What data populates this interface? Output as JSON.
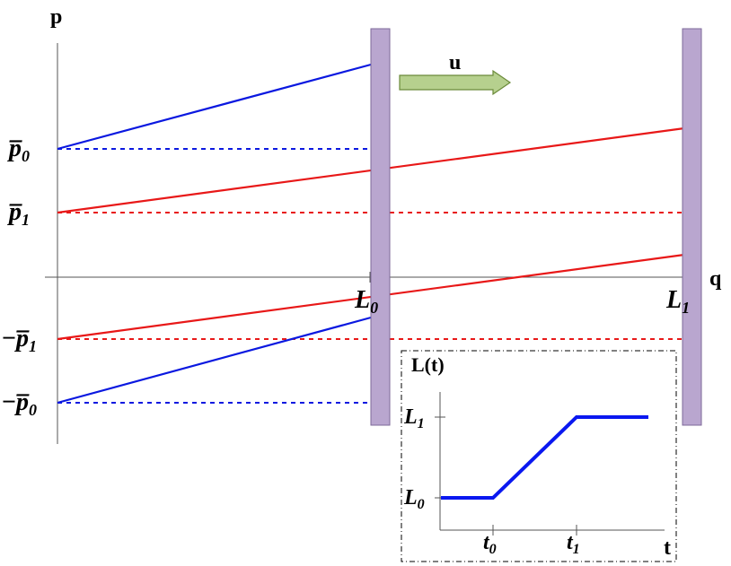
{
  "axes": {
    "y_label": "p",
    "x_label": "q"
  },
  "momentum_labels": {
    "p0": "p̅",
    "p0_sub": "0",
    "p1": "p̅",
    "p1_sub": "1",
    "neg_p1_sign": "−",
    "neg_p1": "p̅",
    "neg_p1_sub": "1",
    "neg_p0_sign": "−",
    "neg_p0": "p̅",
    "neg_p0_sub": "0"
  },
  "walls": {
    "L0": "L",
    "L0_sub": "0",
    "L1": "L",
    "L1_sub": "1",
    "color": "#b9a6cf",
    "border": "#7d6a98"
  },
  "velocity_arrow": {
    "label": "u",
    "fill": "#b6d08e",
    "border": "#6b8a3a"
  },
  "colors": {
    "blue": "#0a18e0",
    "red": "#e81818"
  },
  "inset": {
    "title": "L(t)",
    "y_tick_L1": "L",
    "y_tick_L1_sub": "1",
    "y_tick_L0": "L",
    "y_tick_L0_sub": "0",
    "x_tick_t0": "t",
    "x_tick_t0_sub": "0",
    "x_tick_t1": "t",
    "x_tick_t1_sub": "1",
    "x_label": "t",
    "curve_color": "#0a18f0"
  }
}
